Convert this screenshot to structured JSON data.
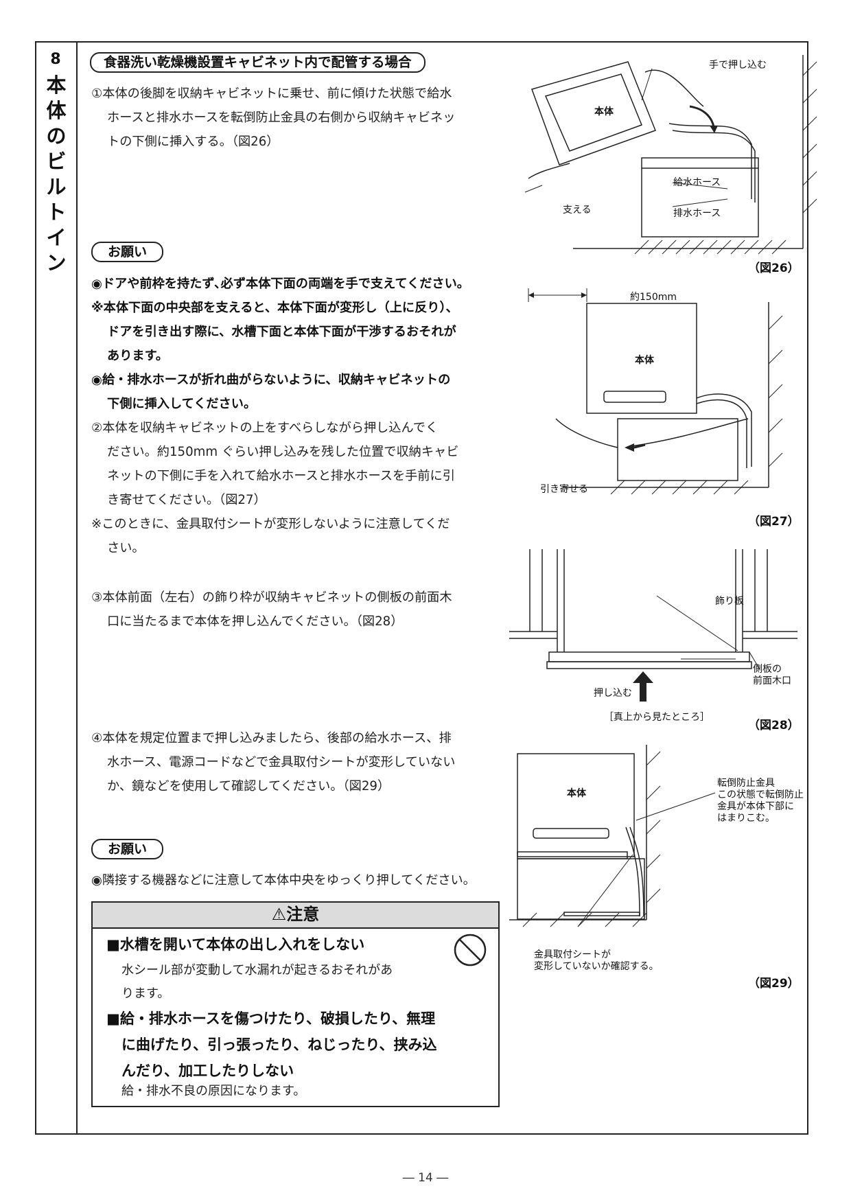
{
  "section": {
    "number": "8",
    "title": "本体のビルトイン"
  },
  "heading": "食器洗い乾燥機設置キャビネット内で配管する場合",
  "step1": [
    "①本体の後脚を収納キャビネットに乗せ、前に傾けた状態で給水",
    "ホースと排水ホースを転倒防止金具の右側から収納キャビネッ",
    "トの下側に挿入する。（図26）"
  ],
  "onegai1": {
    "label": "お願い",
    "b1": "◉ドアや前枠を持たず､必ず本体下面の両端を手で支えてください。",
    "b2": [
      "※本体下面の中央部を支えると、本体下面が変形し（上に反り）、",
      "ドアを引き出す際に、水槽下面と本体下面が干渉するおそれが",
      "あります。"
    ],
    "b3": [
      "◉給・排水ホースが折れ曲がらないように、収納キャビネットの",
      "下側に挿入してください。"
    ]
  },
  "step2": [
    "②本体を収納キャビネットの上をすべらしながら押し込んでく",
    "ださい。約150mm ぐらい押し込みを残した位置で収納キャビ",
    "ネットの下側に手を入れて給水ホースと排水ホースを手前に引",
    "き寄せてください。（図27）"
  ],
  "note2": [
    "※このときに、金具取付シートが変形しないように注意してくだ",
    "さい。"
  ],
  "step3": [
    "③本体前面（左右）の飾り枠が収納キャビネットの側板の前面木",
    "口に当たるまで本体を押し込んでください。（図28）"
  ],
  "step4": [
    "④本体を規定位置まで押し込みましたら、後部の給水ホース、排",
    "水ホース、電源コードなどで金具取付シートが変形していない",
    "か、鏡などを使用して確認してください。（図29）"
  ],
  "onegai2": {
    "label": "お願い",
    "b1": "◉隣接する機器などに注意して本体中央をゆっくり押してください。"
  },
  "caution": {
    "title": "⚠注意",
    "item1": "■水槽を開いて本体の出し入れをしない",
    "desc1": [
      "水シール部が変動して水漏れが起きるおそれがあ",
      "ります。"
    ],
    "item2": [
      "■給・排水ホースを傷つけたり、破損したり、無理",
      "に曲げたり、引っ張ったり、ねじったり、挟み込",
      "んだり、加工したりしない"
    ],
    "desc2": "給・排水不良の原因になります。",
    "prohibit_icon": "prohibition-icon"
  },
  "fig26": {
    "caption": "（図26）",
    "push": "手で押し込む",
    "body": "本体",
    "supply": "給水ホース",
    "drain": "排水ホース",
    "support": "支える"
  },
  "fig27": {
    "caption": "（図27）",
    "dim": "約150mm",
    "body": "本体",
    "pull": "引き寄せる"
  },
  "fig28": {
    "caption": "（図28）",
    "trim": "飾り板",
    "side": [
      "側板の",
      "前面木口"
    ],
    "push": "押し込む",
    "view": "［真上から見たところ］"
  },
  "fig29": {
    "caption": "（図29）",
    "body": "本体",
    "bracket": [
      "転倒防止金具",
      "この状態で転倒防止",
      "金具が本体下部に",
      "はまりこむ。"
    ],
    "sheet": [
      "金具取付シートが",
      "変形していないか確認する。"
    ]
  },
  "page_number": "― 14 ―"
}
